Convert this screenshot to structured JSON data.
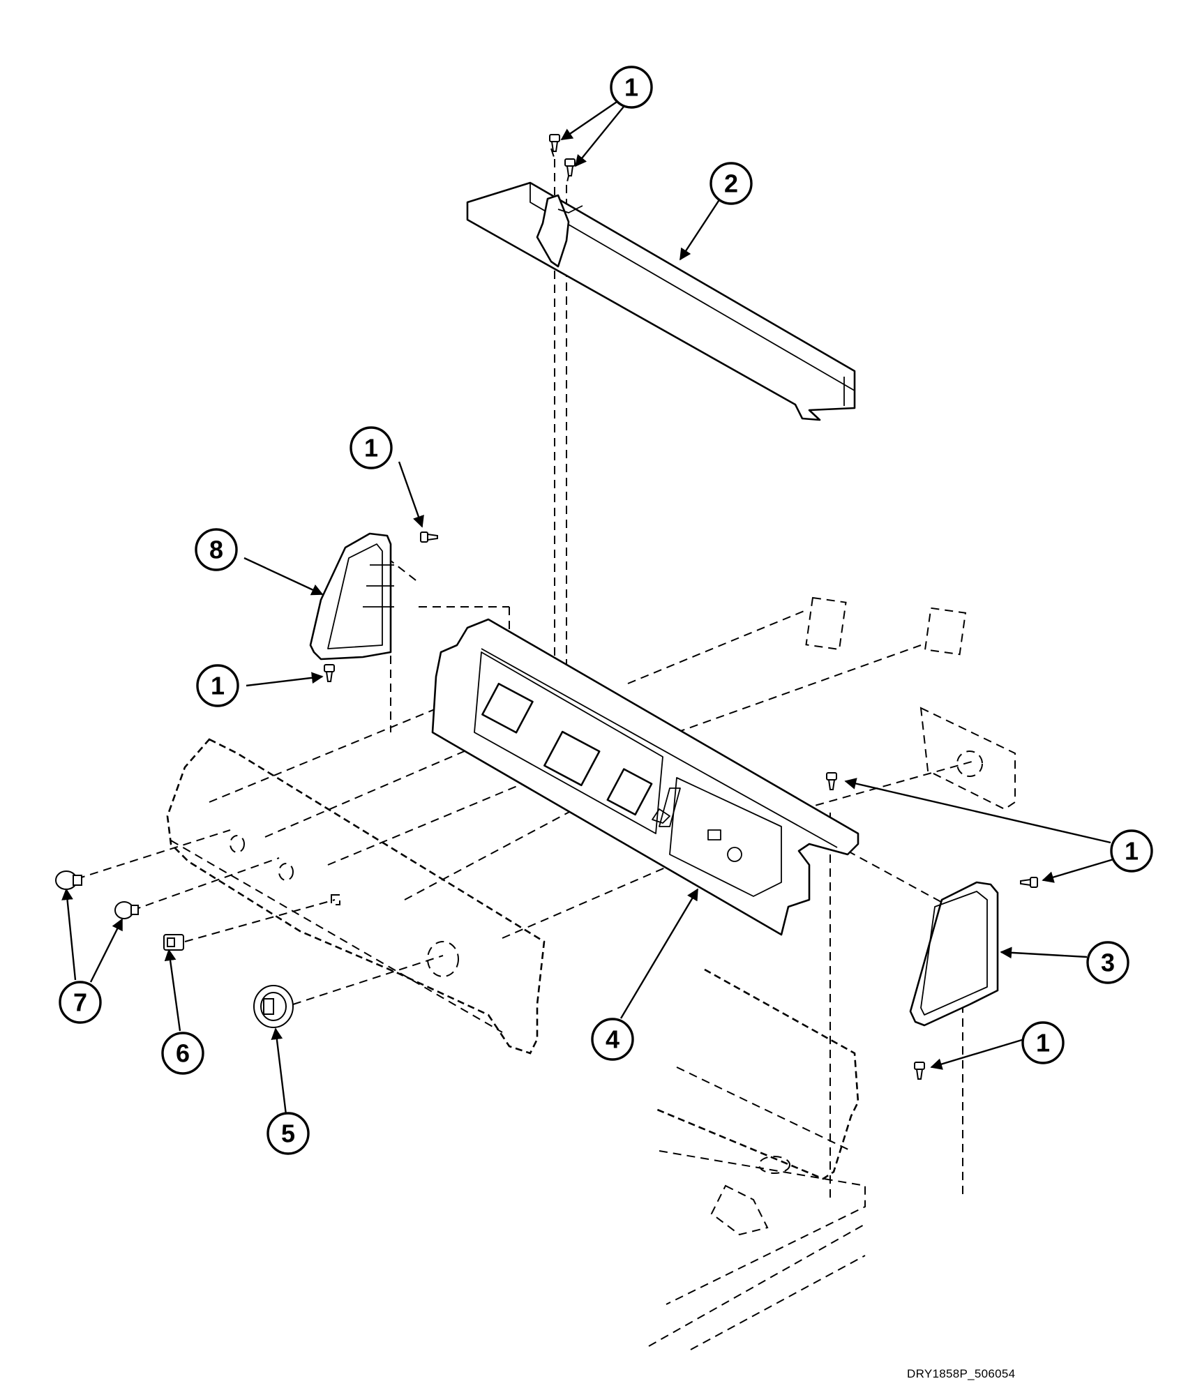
{
  "diagram": {
    "callouts": [
      {
        "id": "c1-top",
        "label": "1"
      },
      {
        "id": "c2",
        "label": "2"
      },
      {
        "id": "c1-left-upper",
        "label": "1"
      },
      {
        "id": "c8",
        "label": "8"
      },
      {
        "id": "c1-left-lower",
        "label": "1"
      },
      {
        "id": "c1-right",
        "label": "1"
      },
      {
        "id": "c3",
        "label": "3"
      },
      {
        "id": "c1-right-lower",
        "label": "1"
      },
      {
        "id": "c7",
        "label": "7"
      },
      {
        "id": "c6",
        "label": "6"
      },
      {
        "id": "c5",
        "label": "5"
      },
      {
        "id": "c4",
        "label": "4"
      }
    ],
    "drawing_code": "DRY1858P_506054"
  }
}
